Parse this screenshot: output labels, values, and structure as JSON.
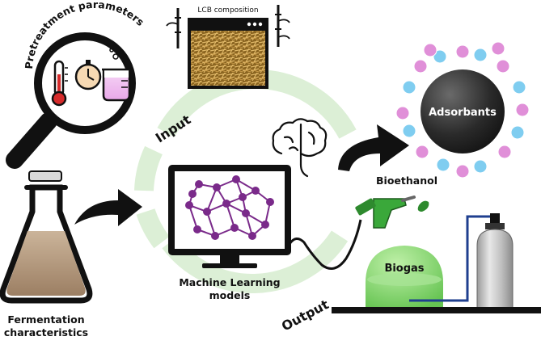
{
  "labels": {
    "pretreatment": "Pretreatment parameters",
    "lcb": "LCB composition",
    "input": "Input",
    "output": "Output",
    "ml_line1": "Machine Learning",
    "ml_line2": "models",
    "fermentation_line1": "Fermentation",
    "fermentation_line2": "characteristics",
    "bioethanol": "Bioethanol",
    "biogas": "Biogas",
    "adsorbants": "Adsorbants"
  },
  "icons": {
    "magnifier": "magnifier-icon",
    "thermometer": "thermometer-icon",
    "stopwatch": "stopwatch-icon",
    "beaker": "beaker-icon",
    "flask": "flask-icon",
    "monitor": "monitor-icon",
    "neural_network": "neural-network-icon",
    "brain": "brain-icon",
    "fuel_nozzle": "fuel-nozzle-icon",
    "gas_cylinder": "gas-cylinder-icon",
    "biogas_dome": "biogas-dome-icon",
    "adsorbent_sphere": "adsorbent-sphere-icon"
  },
  "colors": {
    "cycle": "#dcefd6",
    "node": "#7a2a8a",
    "biogas": "#7fd36a",
    "nozzle": "#3aa83a",
    "pink_particle": "#e08fd8",
    "blue_particle": "#7fcdf0",
    "broth": "#b39a80"
  }
}
